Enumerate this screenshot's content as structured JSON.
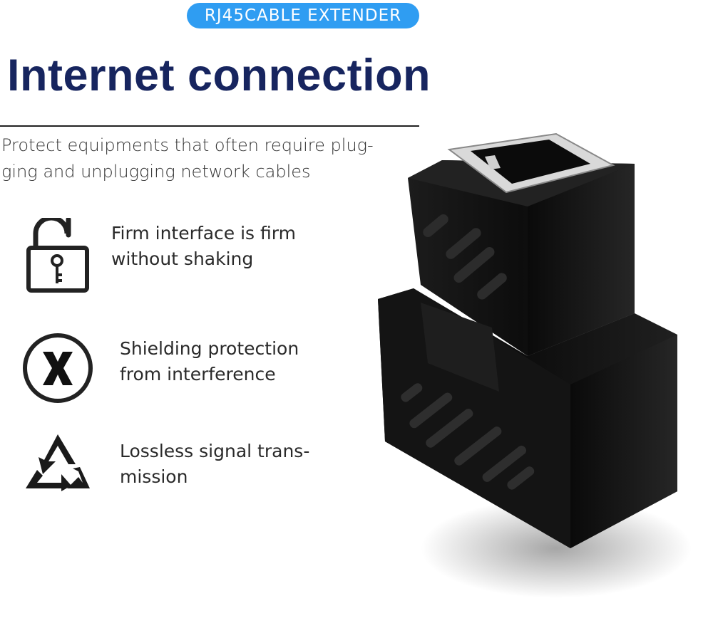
{
  "badge": {
    "label": "RJ45CABLE EXTENDER"
  },
  "title": "Internet connection",
  "intro": {
    "line1": "Protect equipments that often require plug-",
    "line2": "ging and unplugging network cables"
  },
  "features": [
    {
      "icon": "padlock-key-icon",
      "line1": "Firm interface is firm",
      "line2": "without shaking"
    },
    {
      "icon": "x-circle-icon",
      "line1": "Shielding protection",
      "line2": "from interference"
    },
    {
      "icon": "triangle-arrows-icon",
      "line1": "Lossless signal trans-",
      "line2": "mission"
    }
  ],
  "colors": {
    "badge": "#2f9df2",
    "title": "#17255f",
    "product": "#111111"
  }
}
